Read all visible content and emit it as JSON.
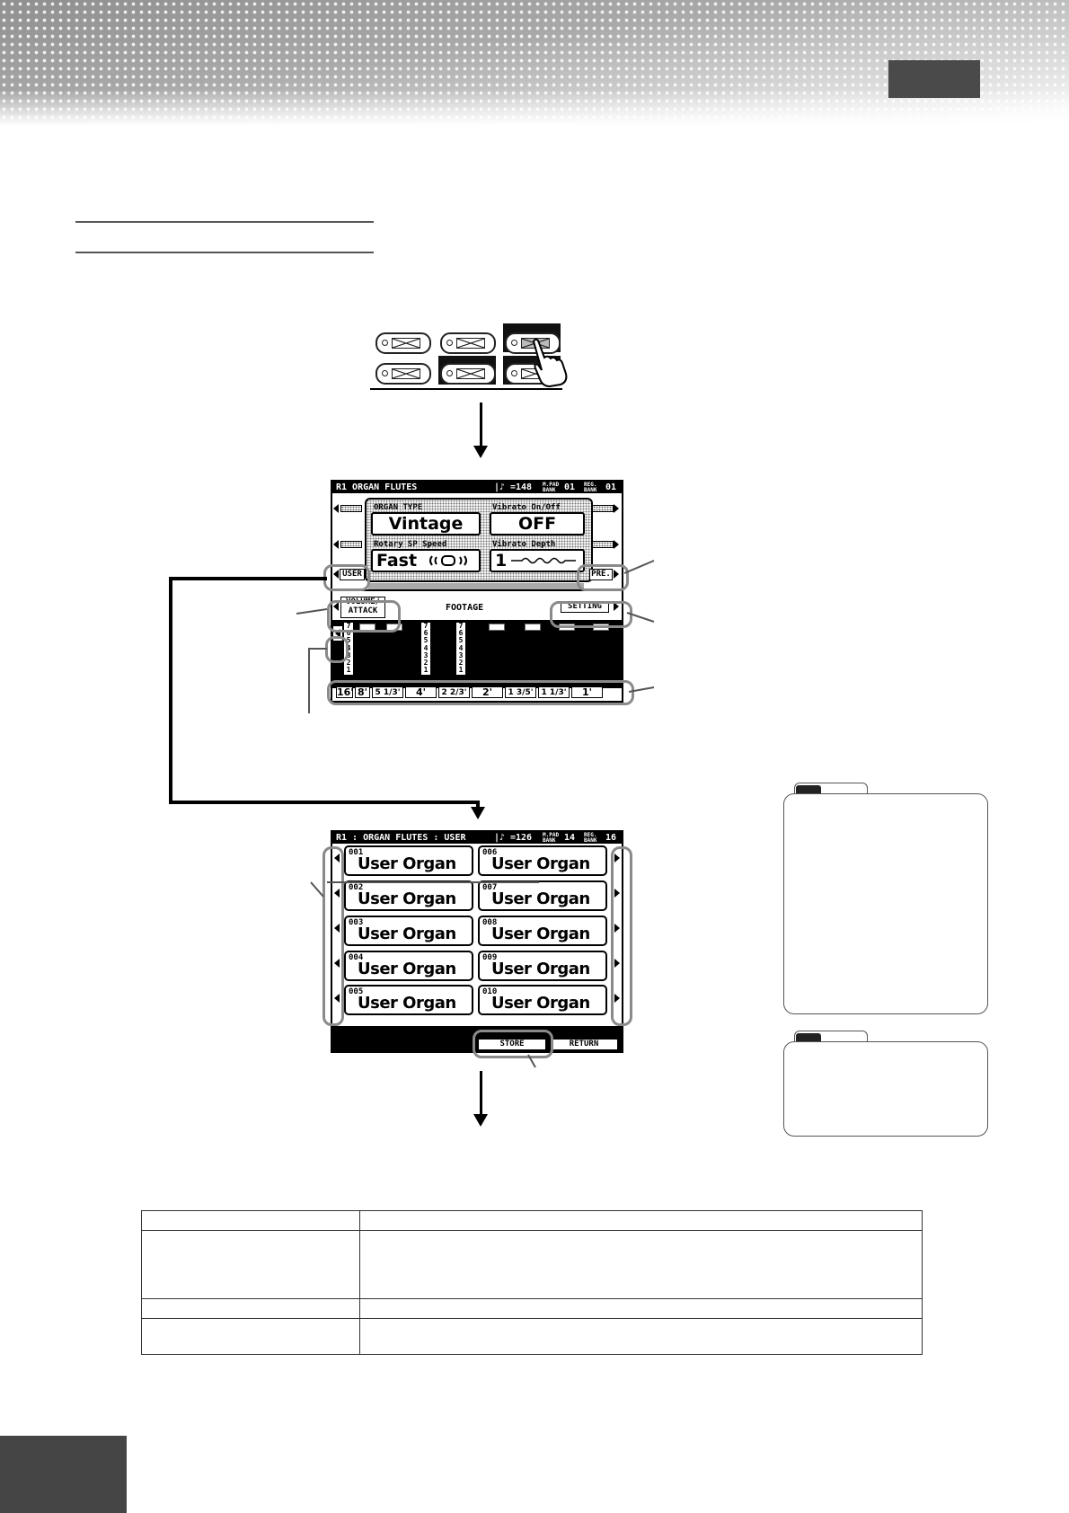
{
  "lcd_top": {
    "title": "R1   ORGAN FLUTES",
    "tempo_label": "=148",
    "mpad_label": "M.PAD\nBANK",
    "mpad_value": "01",
    "reg_label": "REG.\nBANK",
    "reg_value": "01",
    "organ_type_label": "ORGAN TYPE",
    "organ_type_value": "Vintage",
    "vibrato_label": "Vibrato On/Off",
    "vibrato_value": "OFF",
    "rotary_label": "Rotary SP Speed",
    "rotary_value": "Fast",
    "depth_label": "Vibrato Depth",
    "depth_value": "1",
    "user_button": "USER",
    "preset_button": "PRE.",
    "volume_button": "VOLUME/\nATTACK",
    "footage_label": "FOOTAGE",
    "setting_button": "SETTING",
    "lever_digits": [
      "7",
      "6",
      "5",
      "4",
      "3",
      "2",
      "1"
    ],
    "footage_buttons": [
      "16'",
      "8'",
      "5 1/3'",
      "4'",
      "2 2/3'",
      "2'",
      "1 3/5'",
      "1 1/3'",
      "1'"
    ]
  },
  "lcd_bottom": {
    "title": "R1 : ORGAN FLUTES : USER",
    "tempo_label": "=126",
    "mpad_label": "M.PAD\nBANK",
    "mpad_value": "14",
    "reg_label": "REG.\nBANK",
    "reg_value": "16",
    "entries": [
      {
        "num": "001",
        "name": "User Organ"
      },
      {
        "num": "006",
        "name": "User Organ"
      },
      {
        "num": "002",
        "name": "User Organ"
      },
      {
        "num": "007",
        "name": "User Organ"
      },
      {
        "num": "003",
        "name": "User Organ"
      },
      {
        "num": "008",
        "name": "User Organ"
      },
      {
        "num": "004",
        "name": "User Organ"
      },
      {
        "num": "009",
        "name": "User Organ"
      },
      {
        "num": "005",
        "name": "User Organ"
      },
      {
        "num": "010",
        "name": "User Organ"
      }
    ],
    "store_button": "STORE",
    "return_button": "RETURN"
  },
  "colors": {
    "header_gray": "#9a9a9a",
    "highlight_ring": "#8a8a8a",
    "dark_block": "#454545"
  }
}
